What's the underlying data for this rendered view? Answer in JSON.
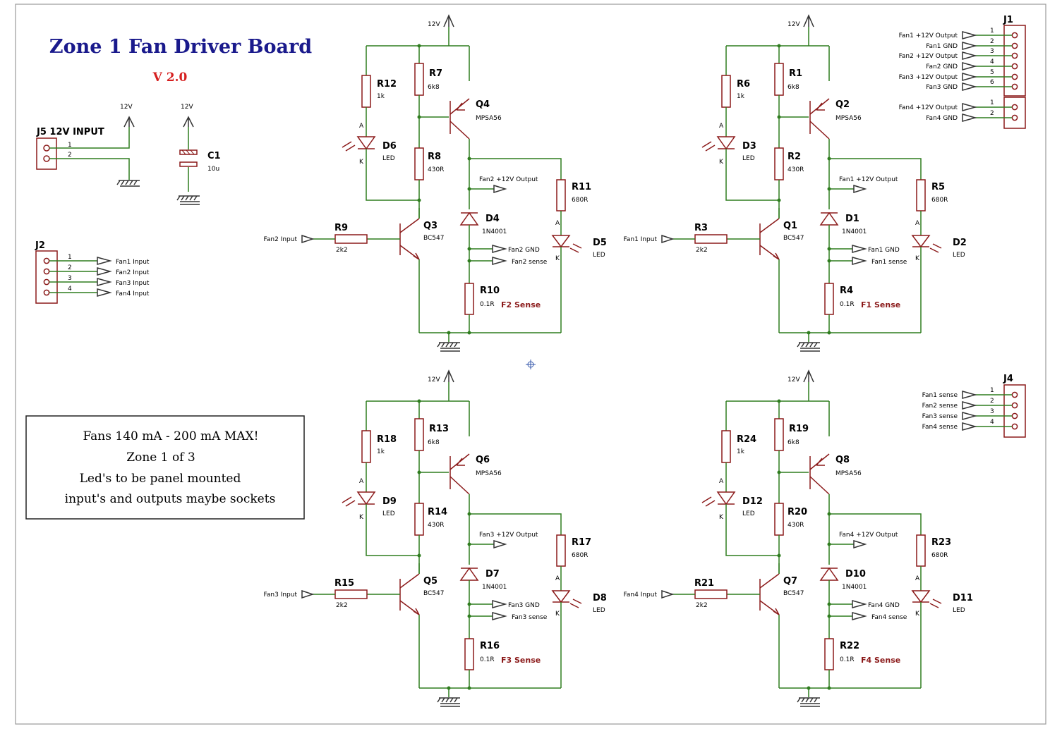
{
  "title": "Zone 1 Fan Driver Board",
  "version": "V 2.0",
  "notes": [
    "Fans 140 mA - 200 mA MAX!",
    "Zone 1 of 3",
    "Led's to be panel mounted",
    "input's and outputs maybe sockets"
  ],
  "rail": "12V",
  "power_input": {
    "ref": "J5 12V INPUT",
    "pins": [
      "1",
      "2"
    ],
    "supply_label": "12V",
    "cap_ref": "C1",
    "cap_value": "10u",
    "cap_supply": "12V"
  },
  "j2": {
    "ref": "J2",
    "pins": [
      "1",
      "2",
      "3",
      "4"
    ],
    "labels": [
      "Fan1 Input",
      "Fan2 Input",
      "Fan3 Input",
      "Fan4 Input"
    ]
  },
  "j1": {
    "ref": "J1",
    "pins": [
      "1",
      "2",
      "3",
      "4",
      "5",
      "6",
      "1",
      "2"
    ],
    "labels": [
      "Fan1 +12V Output",
      "Fan1 GND",
      "Fan2 +12V Output",
      "Fan2 GND",
      "Fan3 +12V Output",
      "Fan3 GND",
      "Fan4 +12V Output",
      "Fan4 GND"
    ]
  },
  "j4": {
    "ref": "J4",
    "pins": [
      "1",
      "2",
      "3",
      "4"
    ],
    "labels": [
      "Fan1 sense",
      "Fan2 sense",
      "Fan3 sense",
      "Fan4 sense"
    ]
  },
  "channels": [
    {
      "input": "Fan2 Input",
      "rin": "R9",
      "rin_v": "2k2",
      "qsw": "Q3",
      "qsw_t": "BC547",
      "rtop": "R7",
      "rtop_v": "6k8",
      "rbot": "R8",
      "rbot_v": "430R",
      "rled": "R12",
      "rled_v": "1k",
      "dled": "D6",
      "dled_t": "LED",
      "qp": "Q4",
      "qp_t": "MPSA56",
      "out": "Fan2 +12V Output",
      "dfly": "D4",
      "dfly_t": "1N4001",
      "gnd": "Fan2 GND",
      "sense": "Fan2 sense",
      "rs": "R10",
      "rs_v": "0.1R",
      "sense_title": "F2 Sense",
      "rind": "R11",
      "rind_v": "680R",
      "dind": "D5",
      "dind_t": "LED",
      "a": "A",
      "k": "K"
    },
    {
      "input": "Fan1 Input",
      "rin": "R3",
      "rin_v": "2k2",
      "qsw": "Q1",
      "qsw_t": "BC547",
      "rtop": "R1",
      "rtop_v": "6k8",
      "rbot": "R2",
      "rbot_v": "430R",
      "rled": "R6",
      "rled_v": "1k",
      "dled": "D3",
      "dled_t": "LED",
      "qp": "Q2",
      "qp_t": "MPSA56",
      "out": "Fan1 +12V Output",
      "dfly": "D1",
      "dfly_t": "1N4001",
      "gnd": "Fan1 GND",
      "sense": "Fan1 sense",
      "rs": "R4",
      "rs_v": "0.1R",
      "sense_title": "F1 Sense",
      "rind": "R5",
      "rind_v": "680R",
      "dind": "D2",
      "dind_t": "LED",
      "a": "A",
      "k": "K"
    },
    {
      "input": "Fan3 Input",
      "rin": "R15",
      "rin_v": "2k2",
      "qsw": "Q5",
      "qsw_t": "BC547",
      "rtop": "R13",
      "rtop_v": "6k8",
      "rbot": "R14",
      "rbot_v": "430R",
      "rled": "R18",
      "rled_v": "1k",
      "dled": "D9",
      "dled_t": "LED",
      "qp": "Q6",
      "qp_t": "MPSA56",
      "out": "Fan3 +12V Output",
      "dfly": "D7",
      "dfly_t": "1N4001",
      "gnd": "Fan3 GND",
      "sense": "Fan3 sense",
      "rs": "R16",
      "rs_v": "0.1R",
      "sense_title": "F3 Sense",
      "rind": "R17",
      "rind_v": "680R",
      "dind": "D8",
      "dind_t": "LED",
      "a": "A",
      "k": "K"
    },
    {
      "input": "Fan4 Input",
      "rin": "R21",
      "rin_v": "2k2",
      "qsw": "Q7",
      "qsw_t": "BC547",
      "rtop": "R19",
      "rtop_v": "6k8",
      "rbot": "R20",
      "rbot_v": "430R",
      "rled": "R24",
      "rled_v": "1k",
      "dled": "D12",
      "dled_t": "LED",
      "qp": "Q8",
      "qp_t": "MPSA56",
      "out": "Fan4 +12V Output",
      "dfly": "D10",
      "dfly_t": "1N4001",
      "gnd": "Fan4 GND",
      "sense": "Fan4 sense",
      "rs": "R22",
      "rs_v": "0.1R",
      "sense_title": "F4 Sense",
      "rind": "R23",
      "rind_v": "680R",
      "dind": "D11",
      "dind_t": "LED",
      "a": "A",
      "k": "K"
    }
  ]
}
